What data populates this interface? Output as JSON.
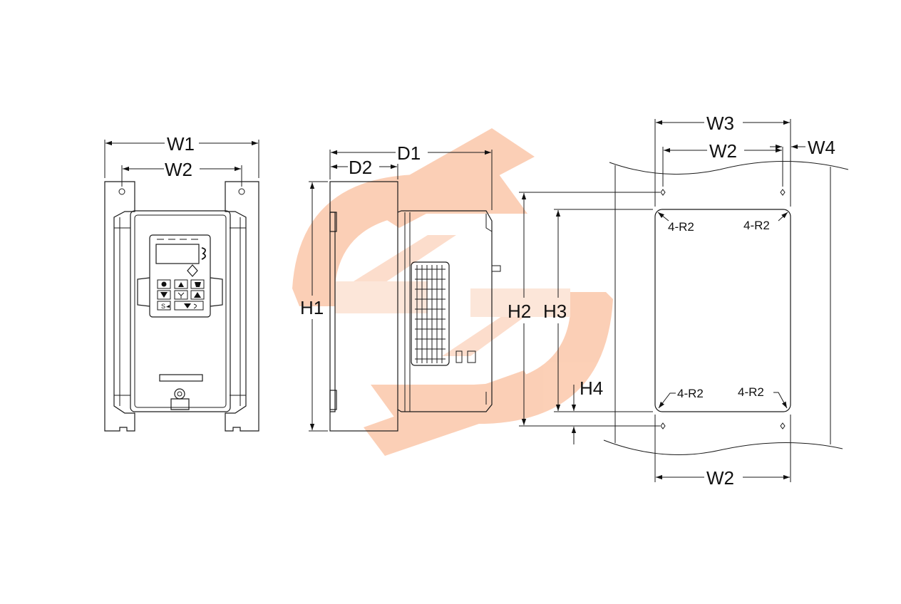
{
  "labels": {
    "front": {
      "w1": "W1",
      "w2": "W2",
      "h1": "H1"
    },
    "side": {
      "d1": "D1",
      "d2": "D2"
    },
    "mount": {
      "w3": "W3",
      "w2_top": "W2",
      "w4": "W4",
      "w2_bottom": "W2",
      "h2": "H2",
      "h3": "H3",
      "h4": "H4",
      "radius_tl": "4-R2",
      "radius_tr": "4-R2",
      "radius_bl": "4-R2",
      "radius_br": "4-R2"
    }
  },
  "colors": {
    "line": "#1a1a1a",
    "watermark": "#f7b28f"
  },
  "icons": {
    "watermark": "logo-watermark",
    "keypad": "keypad-icon",
    "display": "display-icon"
  }
}
